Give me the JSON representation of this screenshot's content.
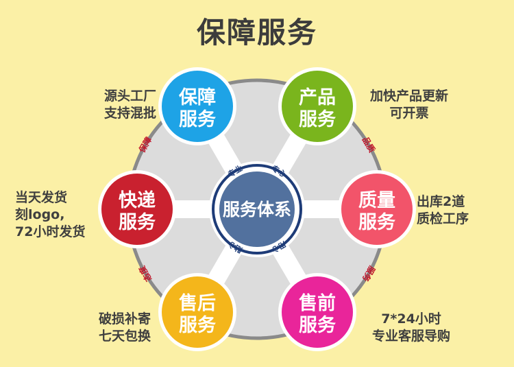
{
  "title": "保障服务",
  "center": {
    "label": "服务体系",
    "ring_words": [
      "专业",
      "专心",
      "用心",
      "贴心"
    ]
  },
  "arc_words": [
    "保障",
    "品质",
    "服务",
    "态度"
  ],
  "nodes": [
    {
      "id": "baozhang",
      "line1": "保障",
      "line2": "服务",
      "color": "#1ea3e6"
    },
    {
      "id": "chanpin",
      "line1": "产品",
      "line2": "服务",
      "color": "#7ab51d"
    },
    {
      "id": "zhiliang",
      "line1": "质量",
      "line2": "服务",
      "color": "#f2546a"
    },
    {
      "id": "shouqian",
      "line1": "售前",
      "line2": "服务",
      "color": "#e9259a"
    },
    {
      "id": "shouhou",
      "line1": "售后",
      "line2": "服务",
      "color": "#f4b61b"
    },
    {
      "id": "kuaidi",
      "line1": "快递",
      "line2": "服务",
      "color": "#c9212f"
    }
  ],
  "descriptions": {
    "baozhang": [
      "源头工厂",
      "支持混批"
    ],
    "chanpin": [
      "加快产品更新",
      "可开票"
    ],
    "zhiliang": [
      "出库2道",
      "质检工序"
    ],
    "shouqian": [
      "7*24小时",
      "专业客服导购"
    ],
    "shouhou": [
      "破损补寄",
      "七天包换"
    ],
    "kuaidi": [
      "当天发货",
      "刻logo,",
      "72小时发货"
    ]
  }
}
